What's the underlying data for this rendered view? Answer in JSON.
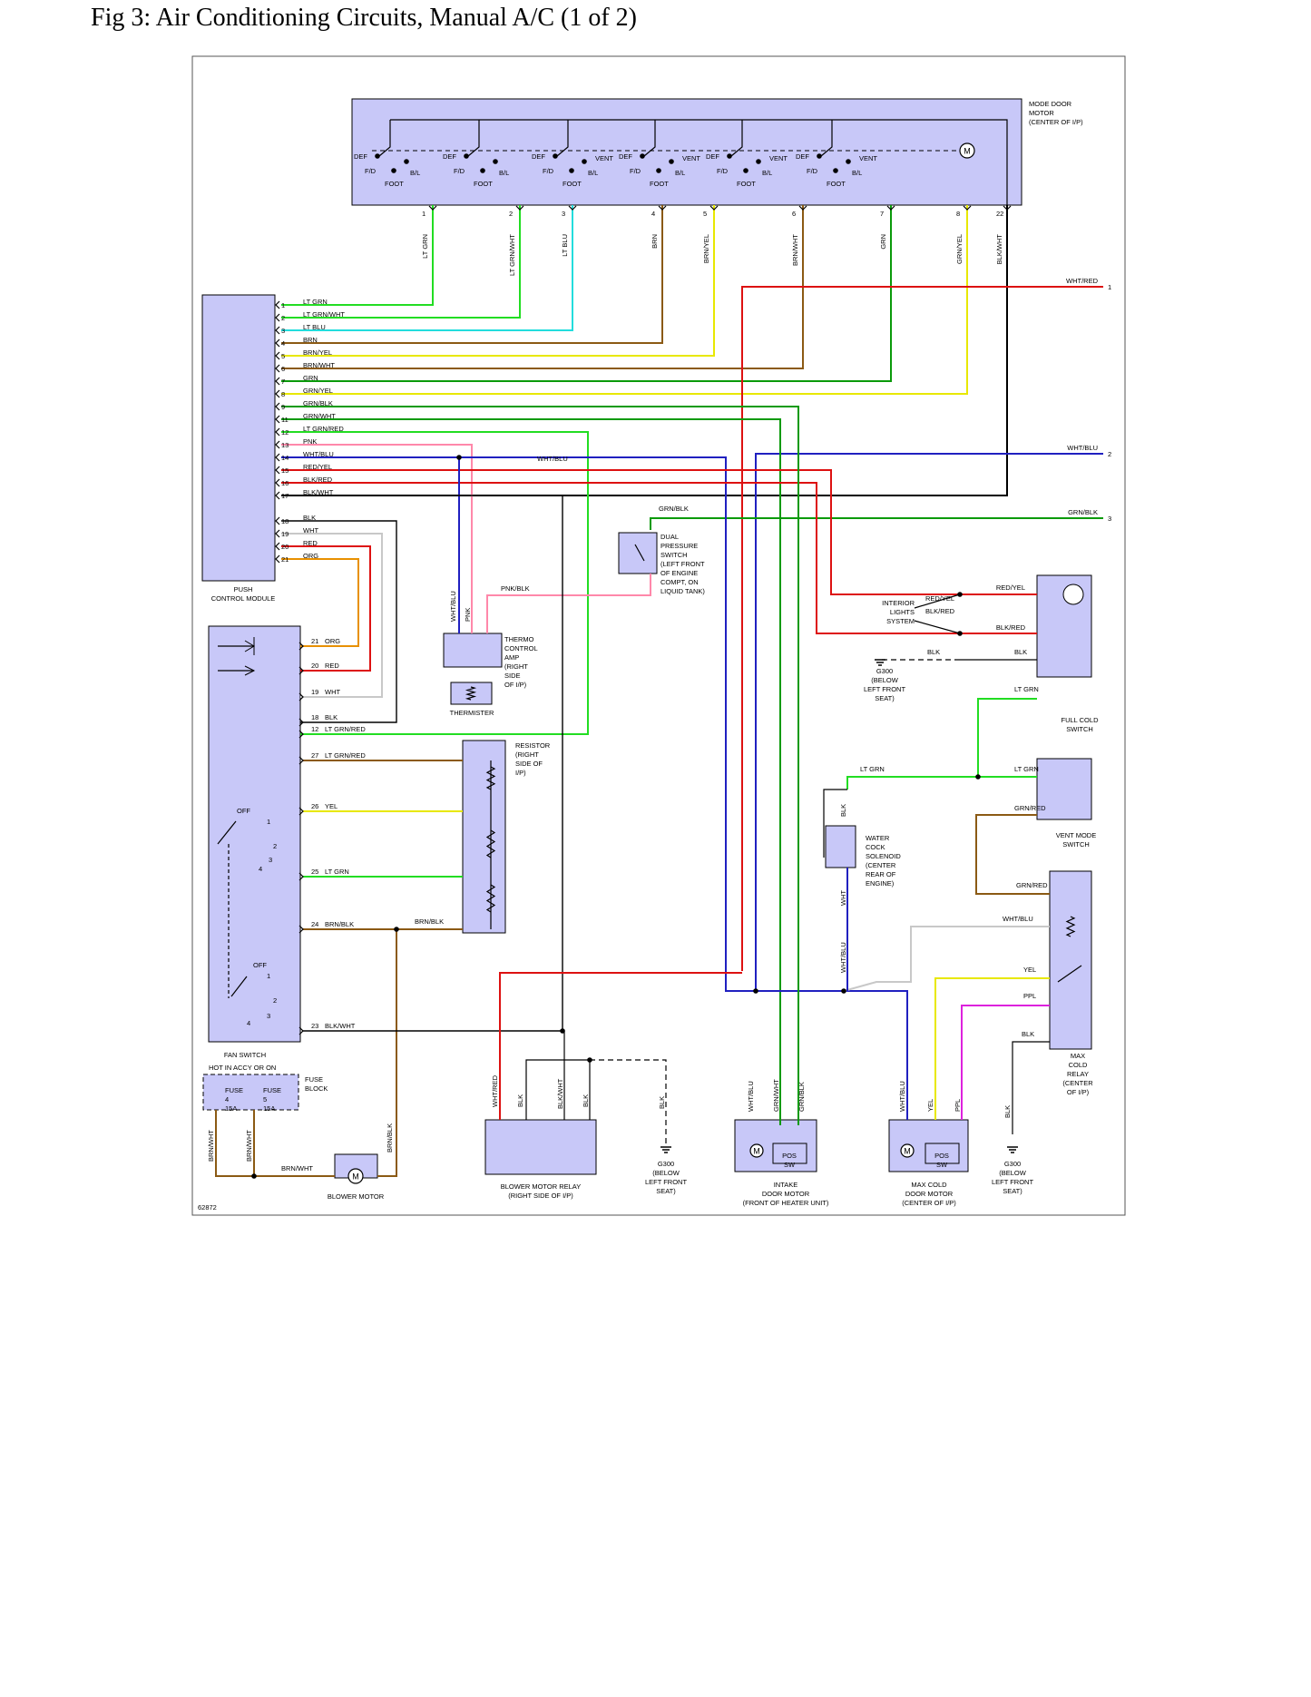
{
  "title": "Fig 3: Air Conditioning Circuits, Manual A/C (1 of 2)",
  "figure_id": "62872",
  "colors": {
    "lt_grn": "#22dd22",
    "lt_blu": "#22dddd",
    "brn": "#8b5a14",
    "yel": "#e8e800",
    "grn": "#0a9a0a",
    "red": "#dd1111",
    "orn": "#e89000",
    "pnk": "#ff88aa",
    "blu": "#2020c0",
    "ppl": "#dd22dd",
    "wht": "#c8c8c8",
    "blk": "#000000",
    "component_fill": "#c8c8f8"
  },
  "components": {
    "mode_door_motor": [
      "MODE DOOR",
      "MOTOR",
      "(CENTER OF I/P)"
    ],
    "push_control_module": [
      "PUSH",
      "CONTROL MODULE"
    ],
    "fan_switch": "FAN SWITCH",
    "resistor": [
      "RESISTOR",
      "(RIGHT",
      "SIDE OF",
      "I/P)"
    ],
    "thermo_amp": [
      "THERMO",
      "CONTROL",
      "AMP",
      "(RIGHT",
      "SIDE",
      "OF I/P)"
    ],
    "thermister": "THERMISTER",
    "dual_pressure_switch": [
      "DUAL",
      "PRESSURE",
      "SWITCH",
      "(LEFT FRONT",
      "OF ENGINE",
      "COMPT, ON",
      "LIQUID TANK)"
    ],
    "interior_lights": [
      "INTERIOR",
      "LIGHTS",
      "SYSTEM"
    ],
    "g300_a": [
      "G300",
      "(BELOW",
      "LEFT FRONT",
      "SEAT)"
    ],
    "g300_b": [
      "G300",
      "(BELOW",
      "LEFT FRONT",
      "SEAT)"
    ],
    "g300_c": [
      "G300",
      "(BELOW",
      "LEFT FRONT",
      "SEAT)"
    ],
    "full_cold_switch": [
      "FULL COLD",
      "SWITCH"
    ],
    "vent_mode_switch": [
      "VENT MODE",
      "SWITCH"
    ],
    "water_cock": [
      "WATER",
      "COCK",
      "SOLENOID",
      "(CENTER",
      "REAR OF",
      "ENGINE)"
    ],
    "max_cold_relay": [
      "MAX",
      "COLD",
      "RELAY",
      "(CENTER",
      "OF I/P)"
    ],
    "hot_in_accy": "HOT IN ACCY OR ON",
    "fuse_block": [
      "FUSE",
      "BLOCK"
    ],
    "fuse4": [
      "FUSE",
      "4",
      "15A"
    ],
    "fuse5": [
      "FUSE",
      "5",
      "15A"
    ],
    "blower_motor": "BLOWER MOTOR",
    "blower_relay": [
      "BLOWER MOTOR RELAY",
      "(RIGHT SIDE OF I/P)"
    ],
    "intake_door": [
      "INTAKE",
      "DOOR MOTOR",
      "(FRONT OF HEATER UNIT)"
    ],
    "max_cold_door": [
      "MAX COLD",
      "DOOR MOTOR",
      "(CENTER OF I/P)"
    ],
    "pos_sw": [
      "POS",
      "SW"
    ],
    "motor_symbol": "M"
  },
  "mode_switch_labels": {
    "def": "DEF",
    "fd": "F/D",
    "bl": "B/L",
    "foot": "FOOT",
    "vent": "VENT"
  },
  "mode_pins": [
    "1",
    "2",
    "3",
    "4",
    "5",
    "6",
    "7",
    "8",
    "22"
  ],
  "mode_wires": [
    "LT GRN",
    "LT GRN/WHT",
    "LT BLU",
    "BRN",
    "BRN/YEL",
    "BRN/WHT",
    "GRN",
    "GRN/YEL",
    "BLK/WHT"
  ],
  "module_pins": [
    {
      "pin": "1",
      "wire": "LT GRN"
    },
    {
      "pin": "2",
      "wire": "LT GRN/WHT"
    },
    {
      "pin": "3",
      "wire": "LT BLU"
    },
    {
      "pin": "4",
      "wire": "BRN"
    },
    {
      "pin": "5",
      "wire": "BRN/YEL"
    },
    {
      "pin": "6",
      "wire": "BRN/WHT"
    },
    {
      "pin": "7",
      "wire": "GRN"
    },
    {
      "pin": "8",
      "wire": "GRN/YEL"
    },
    {
      "pin": "9",
      "wire": "GRN/BLK"
    },
    {
      "pin": "11",
      "wire": "GRN/WHT"
    },
    {
      "pin": "12",
      "wire": "LT GRN/RED"
    },
    {
      "pin": "13",
      "wire": "PNK"
    },
    {
      "pin": "14",
      "wire": "WHT/BLU"
    },
    {
      "pin": "15",
      "wire": "RED/YEL"
    },
    {
      "pin": "16",
      "wire": "BLK/RED"
    },
    {
      "pin": "17",
      "wire": "BLK/WHT"
    },
    {
      "pin": "18",
      "wire": "BLK"
    },
    {
      "pin": "19",
      "wire": "WHT"
    },
    {
      "pin": "20",
      "wire": "RED"
    },
    {
      "pin": "21",
      "wire": "ORG"
    }
  ],
  "fan_pins": [
    {
      "pin": "21",
      "wire": "ORG"
    },
    {
      "pin": "20",
      "wire": "RED"
    },
    {
      "pin": "19",
      "wire": "WHT"
    },
    {
      "pin": "18",
      "wire": "BLK"
    },
    {
      "pin": "12",
      "wire": "LT GRN/RED"
    },
    {
      "pin": "27",
      "wire": "LT GRN/RED"
    },
    {
      "pin": "26",
      "wire": "YEL"
    },
    {
      "pin": "25",
      "wire": "LT GRN"
    },
    {
      "pin": "24",
      "wire": "BRN/BLK"
    },
    {
      "pin": "23",
      "wire": "BLK/WHT"
    }
  ],
  "fan_switch_positions": [
    "OFF",
    "1",
    "2",
    "3",
    "4"
  ],
  "offpage": [
    "1",
    "2",
    "3"
  ],
  "wire_labels": {
    "wht_red": "WHT/RED",
    "wht_blu": "WHT/BLU",
    "grn_blk": "GRN/BLK",
    "pnk_blk": "PNK/BLK",
    "wht_blu_v": "WHT/BLU",
    "pnk_v": "PNK",
    "red_yel": "RED/YEL",
    "blk_red": "BLK/RED",
    "blk": "BLK",
    "lt_grn": "LT GRN",
    "grn_red": "GRN/RED",
    "wht": "WHT",
    "yel": "YEL",
    "ppl": "PPL",
    "brn_blk": "BRN/BLK",
    "brn_wht": "BRN/WHT",
    "blk_wht": "BLK/WHT",
    "grn_wht": "GRN/WHT"
  }
}
